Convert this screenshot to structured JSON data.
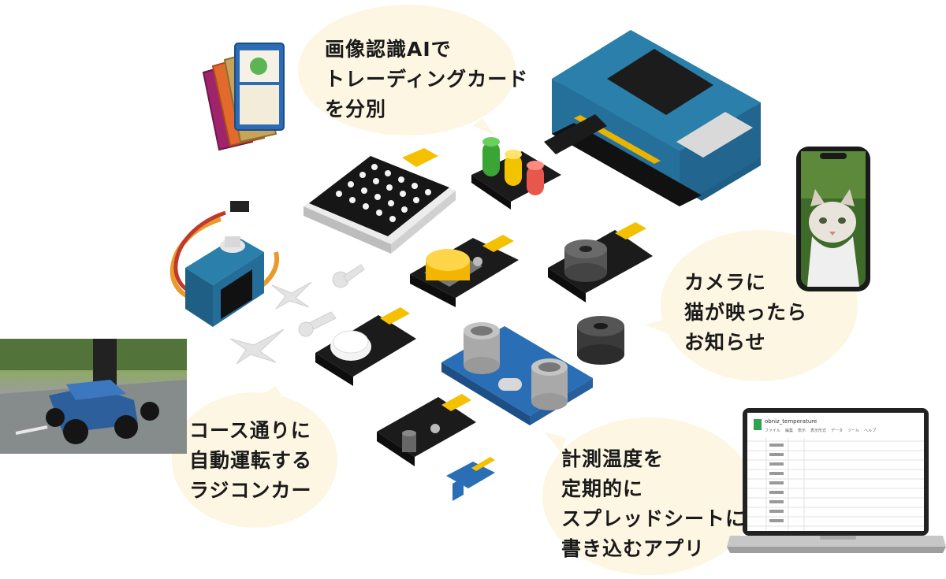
{
  "captions": {
    "card_sort": [
      "画像認識AIで",
      "トレーディングカード",
      "を分別"
    ],
    "cat_camera": [
      "カメラに",
      "猫が映ったら",
      "お知らせ"
    ],
    "rc_car": [
      "コース通りに",
      "自動運転する",
      "ラジコンカー"
    ],
    "spreadsheet": [
      "計測温度を",
      "定期的に",
      "スプレッドシートに",
      "書き込むアプリ"
    ]
  },
  "laptop_sheet": {
    "title": "obniz_temperature",
    "menu": [
      "ファイル",
      "編集",
      "表示",
      "表示形式",
      "データ",
      "ツール",
      "ヘルプ"
    ]
  },
  "icons": [
    "raspberry-pi-board-icon",
    "led-matrix-icon",
    "traffic-led-icon",
    "servo-motor-icon",
    "push-button-icon",
    "buzzer-icon",
    "ultrasonic-sensor-icon",
    "temperature-sensor-icon",
    "trading-cards-icon",
    "smartphone-cat-photo-icon",
    "laptop-spreadsheet-icon",
    "rc-car-photo-icon"
  ],
  "colors": {
    "bubble": "#fdf6e3",
    "board_blue": "#2a7fab",
    "pcb_black": "#1b1b1b",
    "header_yellow": "#f5c000"
  }
}
